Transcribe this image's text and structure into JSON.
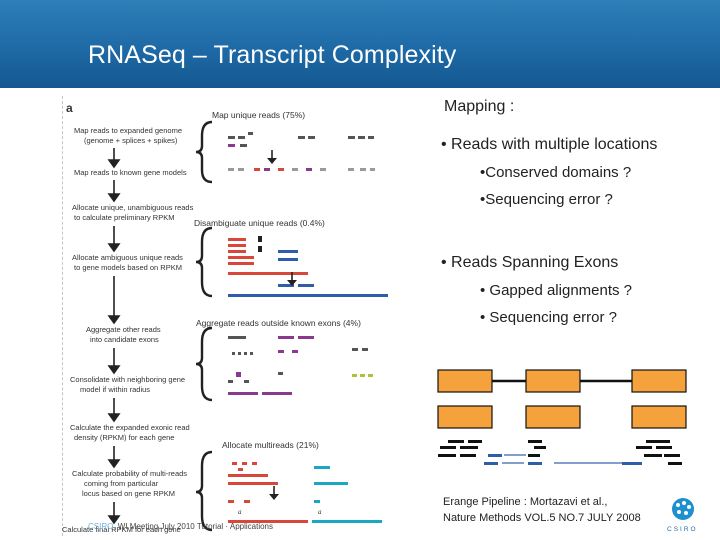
{
  "header": {
    "title": "RNASeq – Transcript Complexity"
  },
  "figure": {
    "panel_label": "a",
    "steps": [
      "Map reads to expanded genome",
      "(genome + splices + spikes)",
      "Map reads to known gene models",
      "Allocate unique, unambiguous reads",
      "to calculate preliminary RPKM",
      "Allocate ambiguous unique reads",
      "to gene models based on RPKM",
      "Aggregate other reads",
      "into candidate exons",
      "Consolidate with neighboring gene",
      "model if within radius",
      "Calculate the expanded exonic read",
      "density (RPKM) for each gene",
      "Calculate probability of multi-reads",
      "coming from particular",
      "locus based on gene RPKM",
      "Calculate final RPKM for each gene"
    ],
    "sections": [
      "Map unique reads (75%)",
      "Disambiguate unique reads (0.4%)",
      "Aggregate reads outside known exons (4%)",
      "Allocate multireads (21%)"
    ],
    "glyph_small_a": "a",
    "glyph_small_b": "a"
  },
  "text": {
    "mapping": "Mapping :",
    "bullet1": "• Reads with multiple locations",
    "sub1": "•Conserved domains ?",
    "sub2": "•Sequencing error ?",
    "bullet2": "• Reads Spanning Exons",
    "sub3": "• Gapped alignments ?",
    "sub4": "• Sequencing error ?",
    "citation_line1": "Erange Pipeline : Mortazavi et al.,",
    "citation_line2": "Nature Methods VOL.5 NO.7 JULY 2008"
  },
  "footer": {
    "brand": "CSIRO.",
    "event": "WI Meeting July 2010",
    "talk": "Tutorial · Applications"
  },
  "logo": {
    "text": "CSIRO"
  },
  "colors": {
    "header_blue": "#1e6aa6",
    "exon_orange": "#f6a23c",
    "read_red": "#d8473a",
    "read_purple": "#8a3a8e",
    "read_blue": "#2f5ea8",
    "read_cyan": "#19a7c4",
    "read_green": "#a8c43a",
    "read_gray": "#9a9a9a"
  }
}
